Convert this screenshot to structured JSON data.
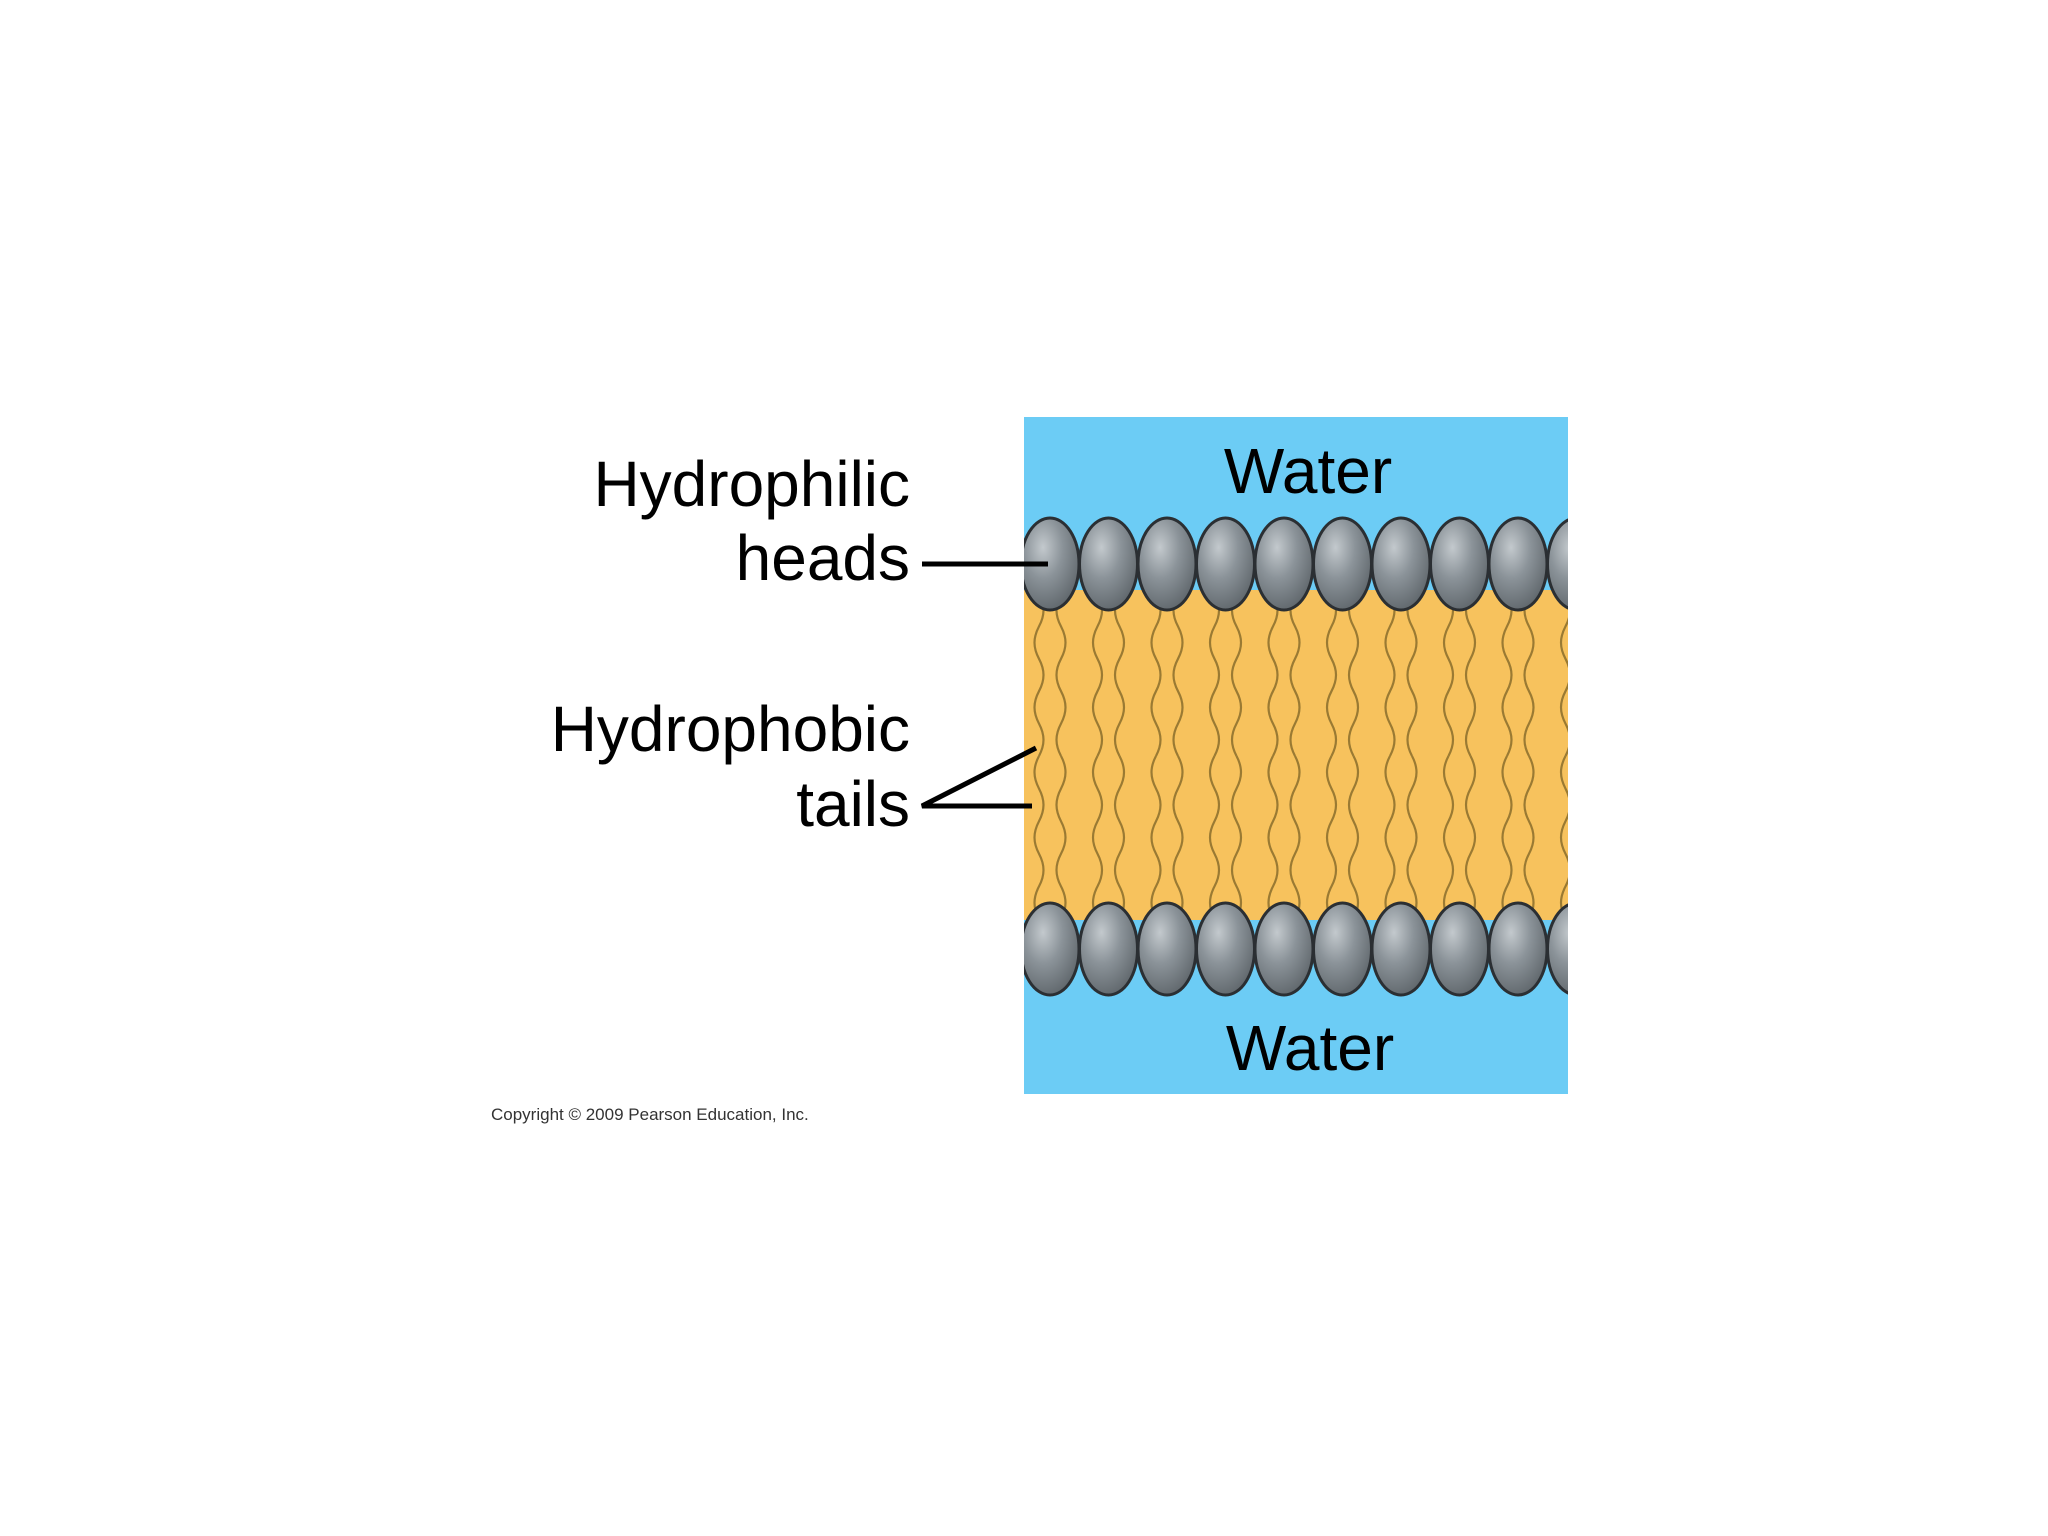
{
  "labels": {
    "water_top": "Water",
    "water_bottom": "Water",
    "hydrophilic_line1": "Hydrophilic",
    "hydrophilic_line2": "heads",
    "hydrophobic_line1": "Hydrophobic",
    "hydrophobic_line2": "tails",
    "copyright": "Copyright © 2009 Pearson Education, Inc."
  },
  "colors": {
    "water": "#6cccf5",
    "tail_fill": "#f7c25d",
    "tail_stroke": "#9a7a33",
    "head_fill": "#858d93",
    "head_stroke": "#2b2f33",
    "text": "#000000"
  }
}
